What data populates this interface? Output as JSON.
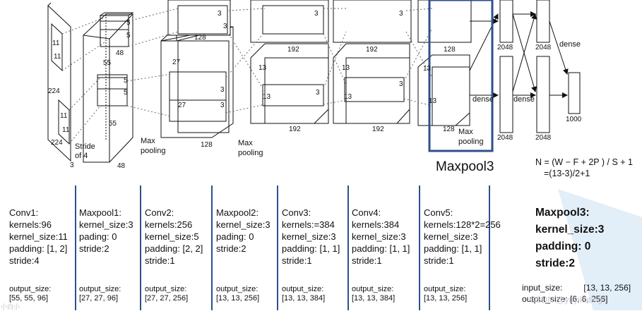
{
  "diagram": {
    "labels": {
      "in_size": "224",
      "in_depth": "3",
      "k11a": "11",
      "k11b": "11",
      "k11c": "11",
      "k11d": "11",
      "stride": "Stride\nof 4",
      "c1_h": "55",
      "c1_k": "5",
      "c1_k2": "5",
      "c1_k3": "5",
      "c1_k4": "5",
      "c1_d": "48",
      "c1_d2": "48",
      "c1_s": "55",
      "mp1": "Max\npooling",
      "c2_27a": "27",
      "c2_27b": "27",
      "c2_3a": "3",
      "c2_3b": "3",
      "c2_3c": "3",
      "c2_3d": "3",
      "c2_128a": "128",
      "c2_128b": "128",
      "mp2": "Max\npooling",
      "c3_13a": "13",
      "c3_13b": "13",
      "c3_3a": "3",
      "c3_3b": "3",
      "c3_192a": "192",
      "c3_192b": "192",
      "c4_13a": "13",
      "c4_13b": "13",
      "c4_3a": "3",
      "c4_3b": "3",
      "c4_192a": "192",
      "c4_192b": "192",
      "c5_13a": "13",
      "c5_13b": "13",
      "c5_128a": "128",
      "c5_128b": "128",
      "mp3": "Max\npooling",
      "dense_a": "dense",
      "dense_b": "dense",
      "dense_c": "dense",
      "fc_2048a": "2048",
      "fc_2048b": "2048",
      "fc_2048c": "2048",
      "fc_2048d": "2048",
      "fc_1000": "1000"
    }
  },
  "highlight_label": "Maxpool3",
  "formula": {
    "line1": "N = (W − F + 2P ) / S + 1",
    "line2": "=(13-3)/2+1"
  },
  "columns": [
    {
      "title": "Conv1:",
      "lines": [
        "kernels:96",
        "kernel_size:11",
        "padding: [1, 2]",
        "stride:4"
      ],
      "output_label": "output_size:",
      "output_value": "[55, 55, 96]"
    },
    {
      "title": "Maxpool1:",
      "lines": [
        "kernel_size:3",
        "pading: 0",
        "stride:2"
      ],
      "output_label": "output_size:",
      "output_value": "[27, 27, 96]"
    },
    {
      "title": "Conv2:",
      "lines": [
        "kernels:256",
        "kernel_size:5",
        "padding: [2, 2]",
        "stride:1"
      ],
      "output_label": "output_size:",
      "output_value": "[27, 27, 256]"
    },
    {
      "title": "Maxpool2:",
      "lines": [
        "kernel_size:3",
        "pading: 0",
        "stride:2"
      ],
      "output_label": "output_size:",
      "output_value": " [13, 13, 256]"
    },
    {
      "title": "Conv3:",
      "lines": [
        "kernels:=384",
        "kernel_size:3",
        "padding: [1, 1]",
        "stride:1"
      ],
      "output_label": "output_size:",
      "output_value": "[13, 13, 384]"
    },
    {
      "title": "Conv4:",
      "lines": [
        "kernels:384",
        "kernel_size:3",
        "padding: [1, 1]",
        "stride:1"
      ],
      "output_label": "output_size:",
      "output_value": "[13, 13, 384]"
    },
    {
      "title": "Conv5:",
      "lines": [
        "kernels:128*2=256",
        "kernel_size:3",
        "padding: [1, 1]",
        "stride:1"
      ],
      "output_label": "output_size:",
      "output_value": "[13, 13, 256]"
    }
  ],
  "maxpool3": {
    "title": "Maxpool3:",
    "lines": [
      "kernel_size:3",
      "padding: 0",
      "stride:2"
    ],
    "input_label": "input_size:",
    "input_value": "[13, 13, 256]",
    "output_label": "output_size:",
    "output_value": "[6, 6, 256]"
  },
  "watermark": "CSDN @yuyikoting",
  "watermark_left": "小白小",
  "colors": {
    "highlight": "#2f4f8f",
    "separator": "#2f4f8f",
    "triangle": "#dbeaf6"
  }
}
